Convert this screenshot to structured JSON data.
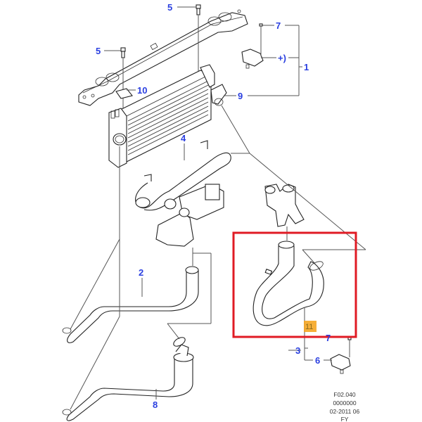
{
  "diagram": {
    "title": "Intercooler and charge air hoses",
    "callouts": [
      {
        "id": "c5a",
        "label": "5"
      },
      {
        "id": "c5b",
        "label": "5"
      },
      {
        "id": "c10",
        "label": "10"
      },
      {
        "id": "c7a",
        "label": "7"
      },
      {
        "id": "cplus",
        "label": "+)"
      },
      {
        "id": "c1",
        "label": "1"
      },
      {
        "id": "c9",
        "label": "9"
      },
      {
        "id": "c4",
        "label": "4"
      },
      {
        "id": "c2",
        "label": "2"
      },
      {
        "id": "c8",
        "label": "8"
      },
      {
        "id": "c11",
        "label": "11"
      },
      {
        "id": "c7b",
        "label": "7"
      },
      {
        "id": "c3",
        "label": "3"
      },
      {
        "id": "c6",
        "label": "6"
      }
    ],
    "highlight": {
      "label": "11",
      "color": "#e01b24",
      "badge_color": "#f5a623"
    },
    "reference": [
      "F02.040",
      "0000000",
      "02-2011 06",
      "FY"
    ],
    "colors": {
      "callout": "#2a3fe0",
      "line": "#555555"
    }
  }
}
